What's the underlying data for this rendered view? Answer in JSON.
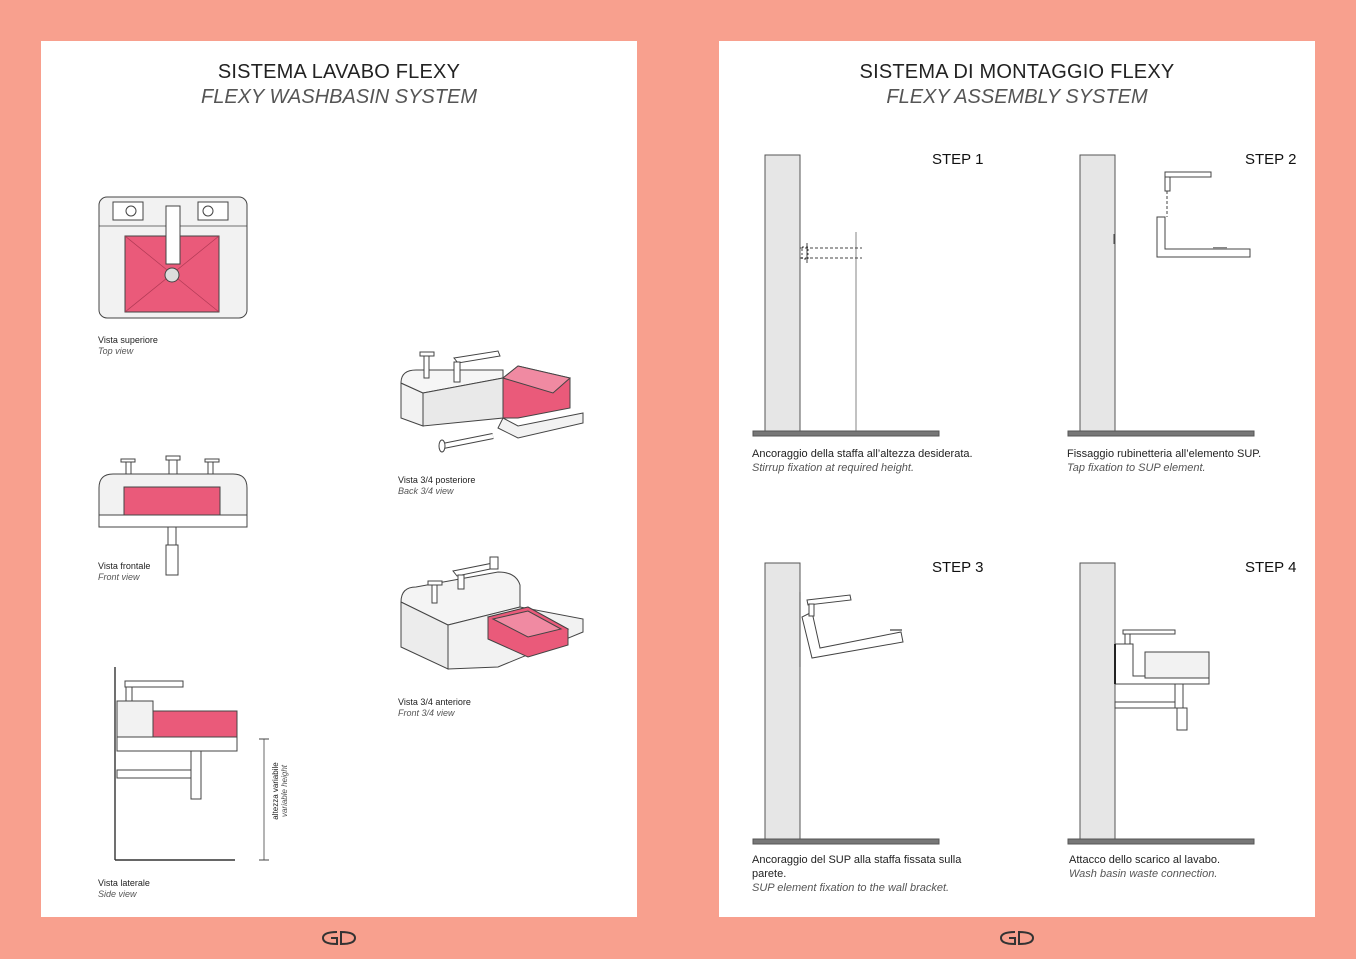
{
  "left_page": {
    "title": "SISTEMA LAVABO FLEXY",
    "subtitle": "FLEXY WASHBASIN SYSTEM",
    "views": {
      "top": {
        "label_it": "Vista superiore",
        "label_en": "Top view"
      },
      "front": {
        "label_it": "Vista frontale",
        "label_en": "Front view"
      },
      "side": {
        "label_it": "Vista laterale",
        "label_en": "Side view"
      },
      "back34": {
        "label_it": "Vista 3/4 posteriore",
        "label_en": "Back 3/4 view"
      },
      "front34": {
        "label_it": "Vista 3/4 anteriore",
        "label_en": "Front 3/4 view"
      }
    },
    "dimension_it": "altezza variabile",
    "dimension_en": "variable height"
  },
  "right_page": {
    "title": "SISTEMA DI MONTAGGIO FLEXY",
    "subtitle": "FLEXY ASSEMBLY SYSTEM",
    "steps": [
      {
        "label": "STEP 1",
        "text_it": "Ancoraggio della staffa all’altezza desiderata.",
        "text_en": "Stirrup fixation at required height."
      },
      {
        "label": "STEP 2",
        "text_it": "Fissaggio rubinetteria all’elemento SUP.",
        "text_en": "Tap fixation to SUP element."
      },
      {
        "label": "STEP 3",
        "text_it": "Ancoraggio del SUP alla staffa fissata sulla parete.",
        "text_en": "SUP element fixation to the wall bracket."
      },
      {
        "label": "STEP 4",
        "text_it": "Attacco dello scarico al lavabo.",
        "text_en": "Wash basin waste connection."
      }
    ]
  },
  "colors": {
    "background": "#f8a08e",
    "basin": "#ea5a7a",
    "wall": "#e6e6e6"
  },
  "logo_icon": "gd-logo-icon"
}
